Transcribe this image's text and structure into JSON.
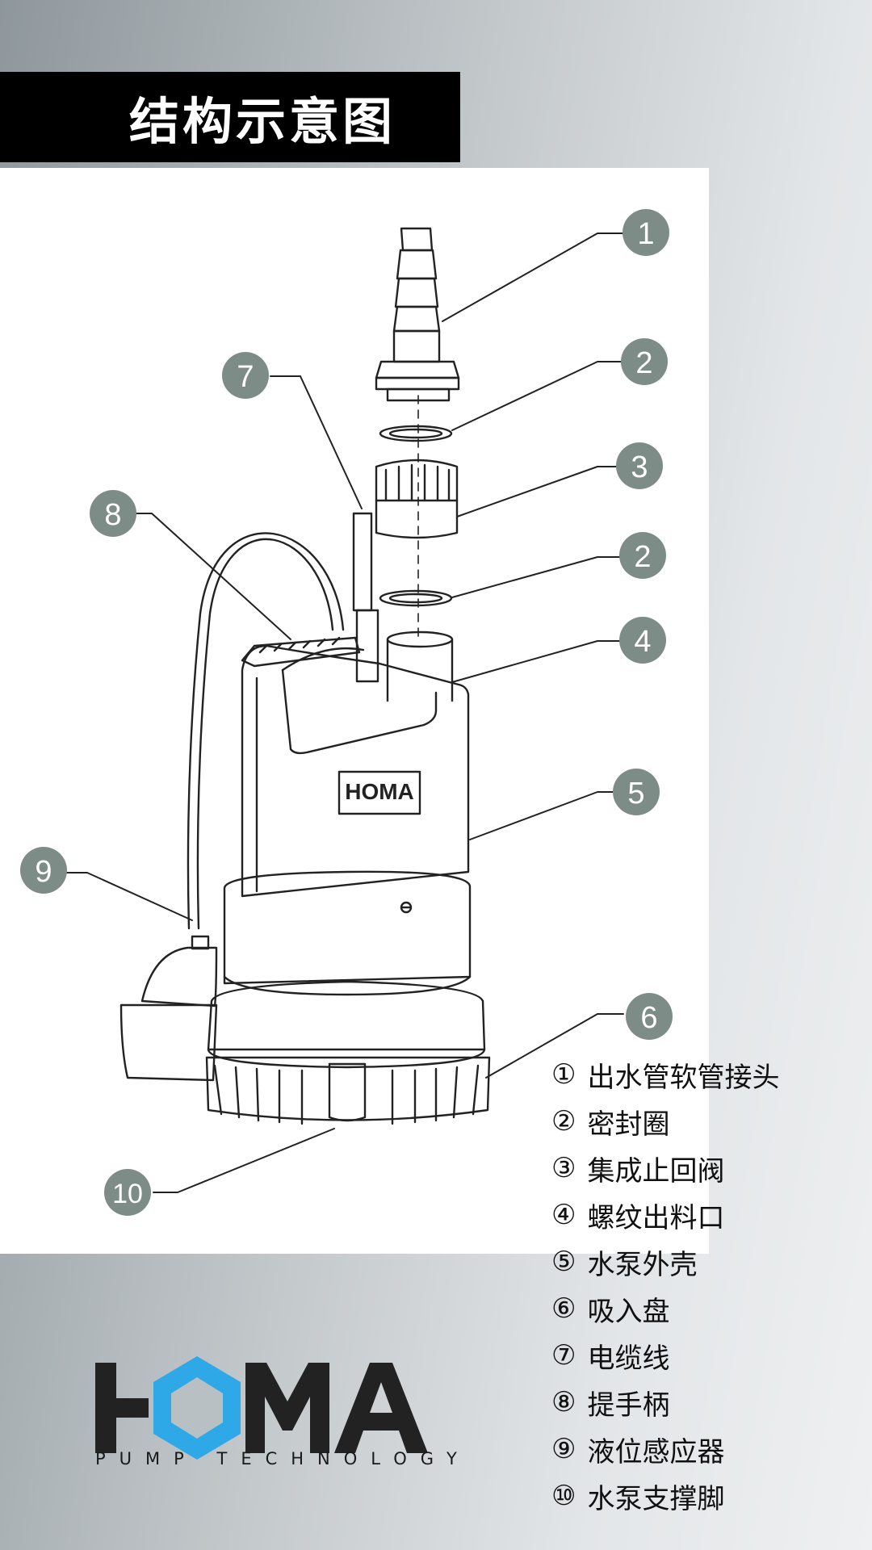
{
  "title": "结构示意图",
  "callouts": [
    "1",
    "2",
    "3",
    "2",
    "4",
    "5",
    "6",
    "7",
    "8",
    "9",
    "10"
  ],
  "product_badge": "HOMA",
  "legend": [
    {
      "num": "①",
      "label": "出水管软管接头"
    },
    {
      "num": "②",
      "label": "密封圈"
    },
    {
      "num": "③",
      "label": "集成止回阀"
    },
    {
      "num": "④",
      "label": "螺纹出料口"
    },
    {
      "num": "⑤",
      "label": "水泵外壳"
    },
    {
      "num": "⑥",
      "label": "吸入盘"
    },
    {
      "num": "⑦",
      "label": "电缆线"
    },
    {
      "num": "⑧",
      "label": "提手柄"
    },
    {
      "num": "⑨",
      "label": "液位感应器"
    },
    {
      "num": "⑩",
      "label": "水泵支撑脚"
    }
  ],
  "brand": {
    "name": "HOMA",
    "tagline": "PUMP TECHNOLOGY"
  },
  "colors": {
    "callout_fill": "#7e8c88",
    "brand_blue": "#2ea8e6",
    "title_bg": "#000000"
  }
}
